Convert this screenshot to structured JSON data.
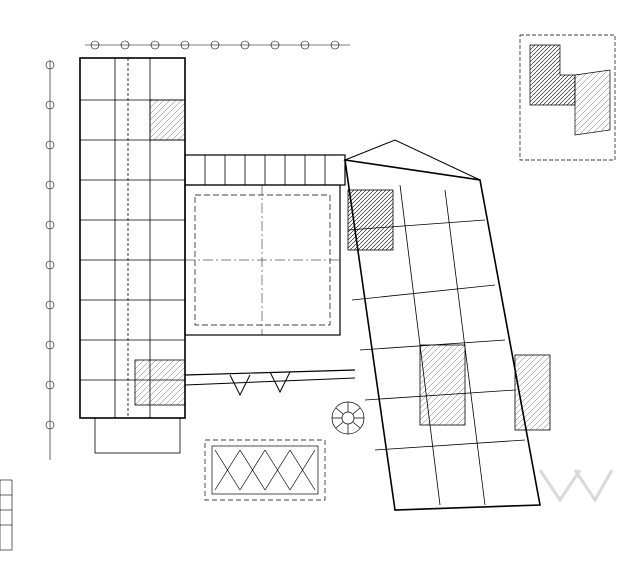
{
  "drawing": {
    "kind": "architectural floor plan (CAD line drawing)",
    "main_caption": "",
    "scale_note": "",
    "key_plan_caption": "",
    "colors": {
      "background": "#ffffff",
      "linework": "#000000",
      "hatch": "#555555",
      "watermark": "#d9d9d9"
    },
    "left_wing": {
      "grid_axis_count": 10,
      "room_labels": []
    },
    "right_wing": {
      "grid_axis_count": 9,
      "room_labels": []
    },
    "courtyard": {
      "label": ""
    },
    "key_plan": {
      "has_hatching": true
    },
    "watermark": {
      "present": true
    }
  }
}
